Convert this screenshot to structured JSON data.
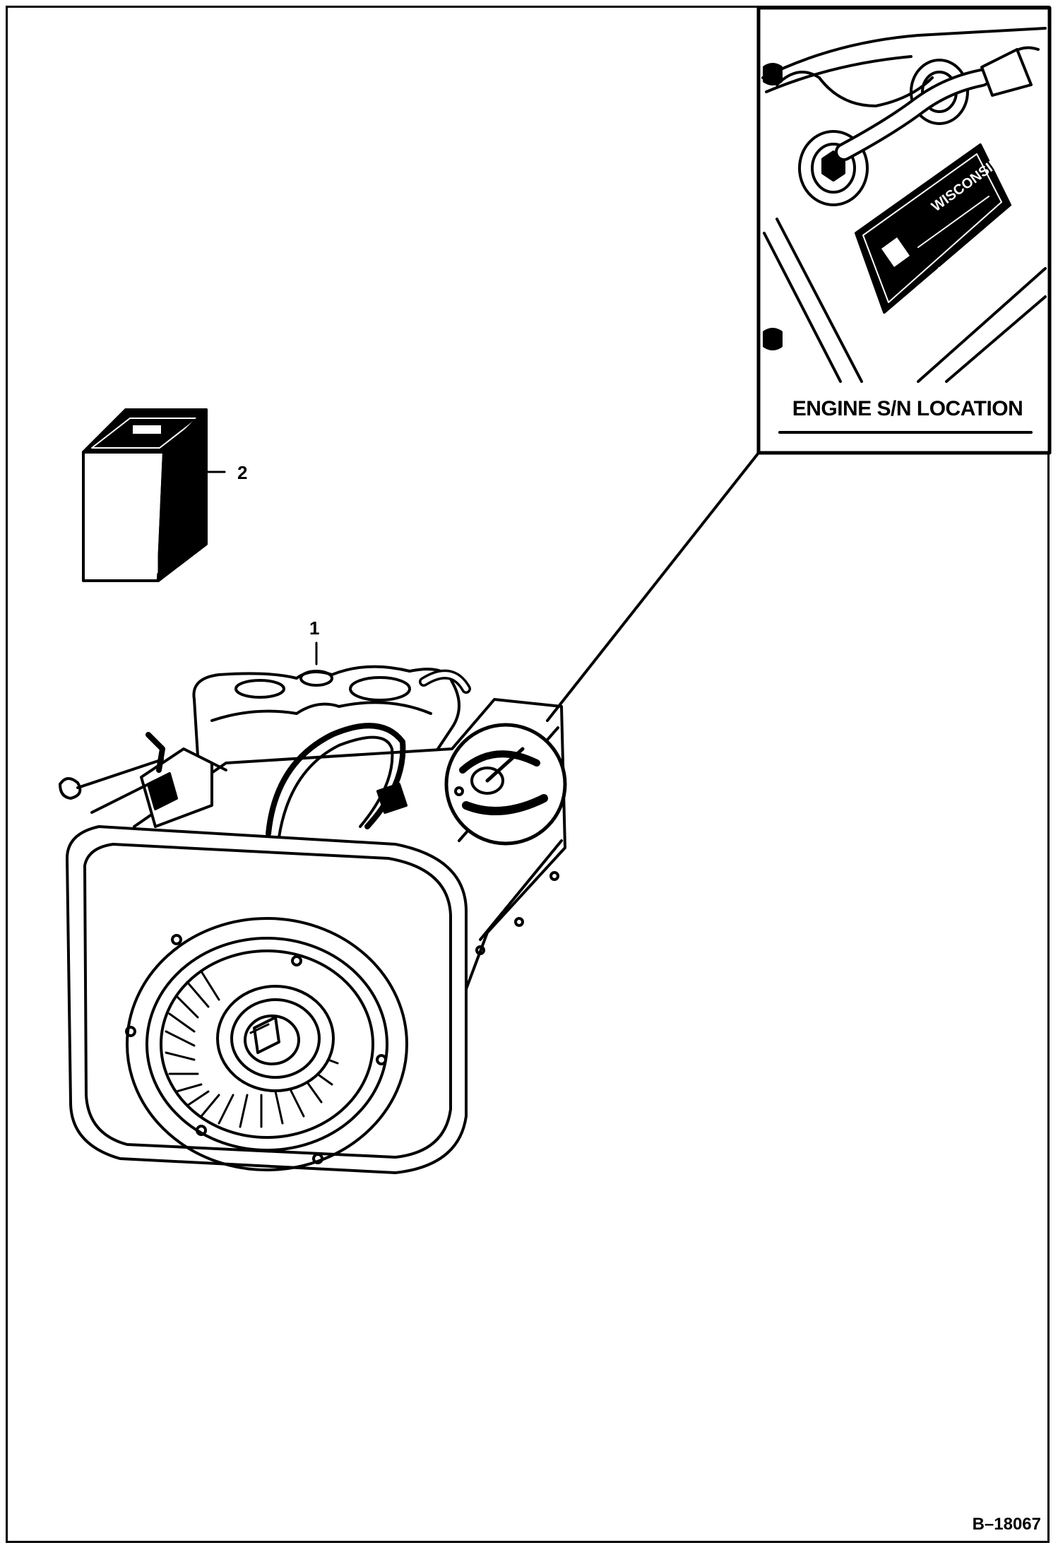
{
  "inset": {
    "title": "ENGINE S/N LOCATION",
    "nameplate_brand": "WISCONSIN"
  },
  "callouts": {
    "engine": "1",
    "battery": "2"
  },
  "figure_id": "B–18067"
}
